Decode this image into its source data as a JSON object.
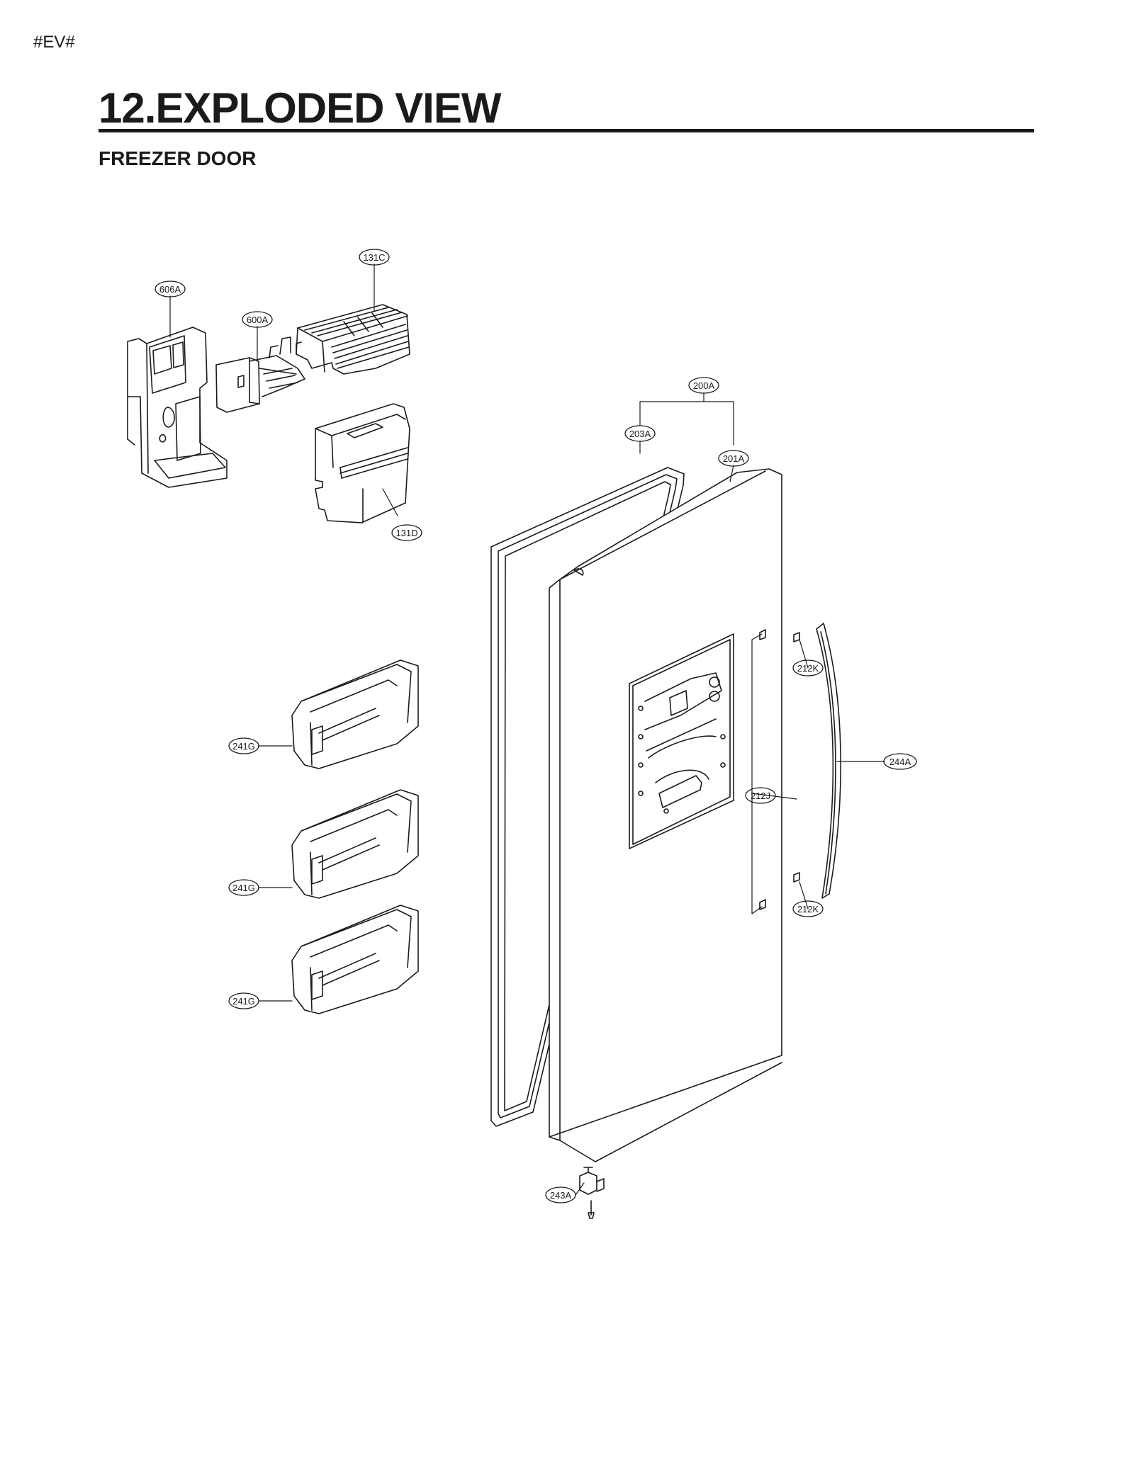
{
  "header": {
    "code": "#EV#",
    "title": "12.EXPLODED VIEW",
    "section": "FREEZER DOOR"
  },
  "callouts": {
    "c131C": "131C",
    "c606A": "606A",
    "c600A": "600A",
    "c131D": "131D",
    "c200A": "200A",
    "c203A": "203A",
    "c201A": "201A",
    "c212K_top": "212K",
    "c244A": "244A",
    "c212J": "212J",
    "c212K_bottom": "212K",
    "c241G_1": "241G",
    "c241G_2": "241G",
    "c241G_3": "241G",
    "c243A": "243A"
  }
}
